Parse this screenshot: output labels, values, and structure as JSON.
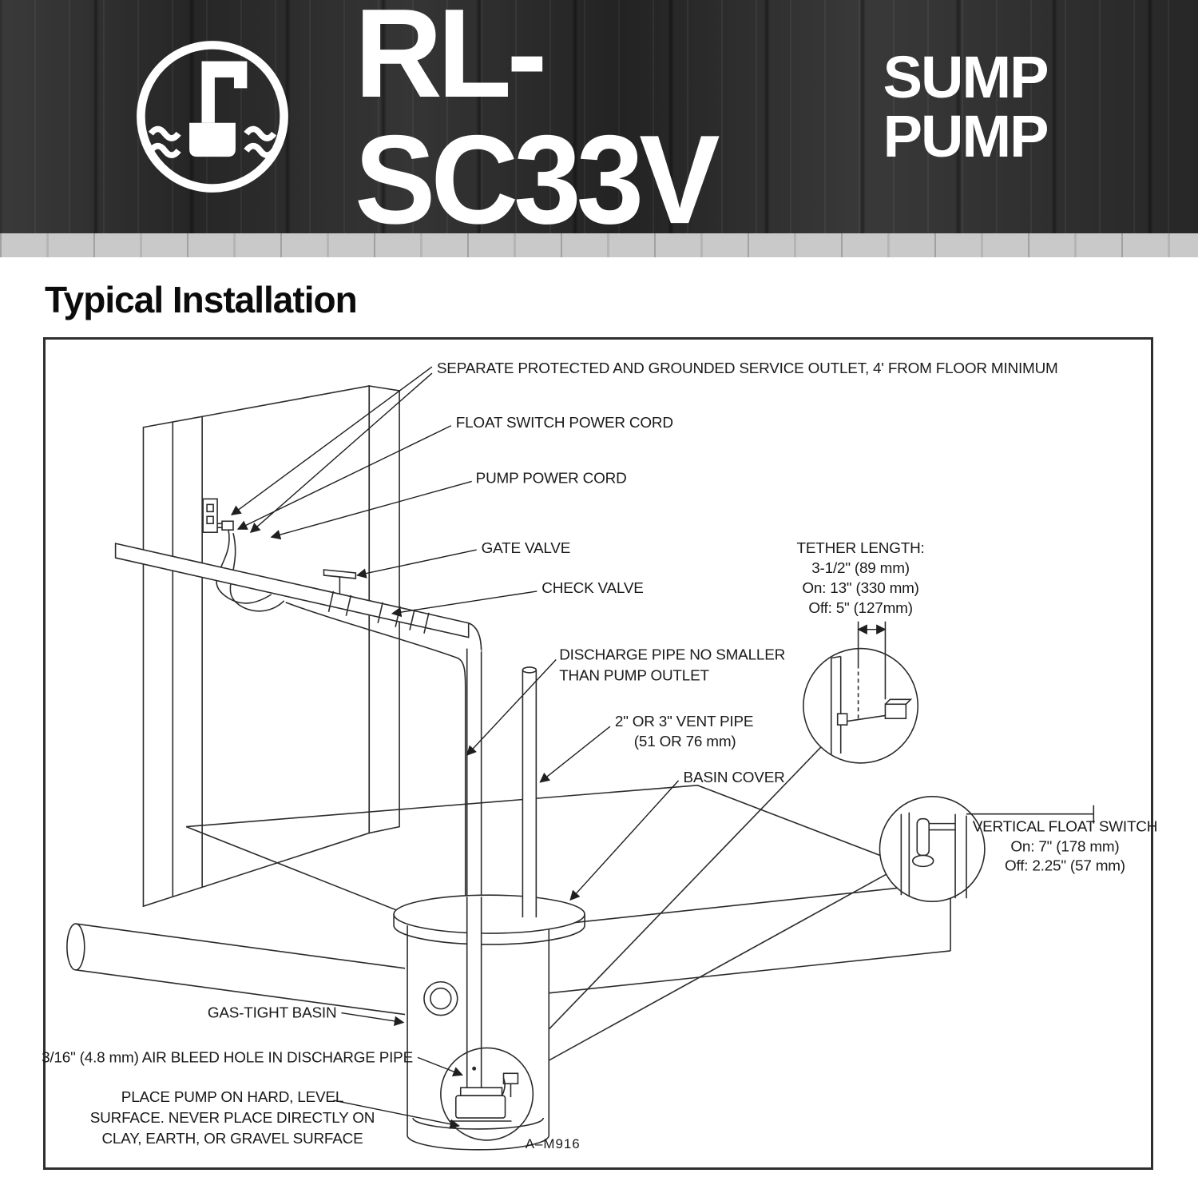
{
  "header": {
    "model": "RL-SC33V",
    "product": "SUMP PUMP"
  },
  "section_title": "Typical Installation",
  "diagram": {
    "labels": {
      "outlet": "SEPARATE PROTECTED AND GROUNDED SERVICE OUTLET, 4' FROM FLOOR MINIMUM",
      "float_cord": "FLOAT SWITCH POWER CORD",
      "pump_cord": "PUMP POWER CORD",
      "gate_valve": "GATE VALVE",
      "check_valve": "CHECK VALVE",
      "discharge_1": "DISCHARGE PIPE NO SMALLER",
      "discharge_2": "THAN PUMP OUTLET",
      "vent_1": "2\" OR 3\" VENT PIPE",
      "vent_2": "(51 OR 76 mm)",
      "basin_cover": "BASIN COVER",
      "tether_title": "TETHER  LENGTH:",
      "tether_1": "3-1/2\" (89 mm)",
      "tether_2": "On: 13\" (330 mm)",
      "tether_3": "Off: 5\" (127mm)",
      "vfs_title": "VERTICAL FLOAT SWITCH",
      "vfs_1": "On: 7\" (178 mm)",
      "vfs_2": "Off: 2.25\" (57 mm)",
      "gas_tight_basin": "GAS-TIGHT BASIN",
      "air_bleed": "3/16\" (4.8 mm) AIR BLEED HOLE IN DISCHARGE PIPE",
      "place_1": "PLACE PUMP ON HARD, LEVEL",
      "place_2": "SURFACE. NEVER PLACE DIRECTLY ON",
      "place_3": "CLAY, EARTH, OR GRAVEL SURFACE",
      "drawing_no": "A–M916"
    }
  }
}
